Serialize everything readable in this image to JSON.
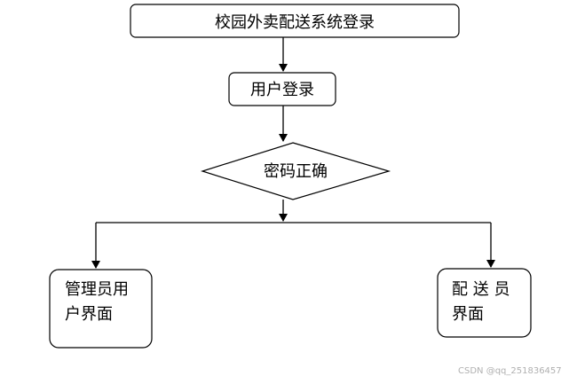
{
  "nodes": {
    "title": "校园外卖配送系统登录",
    "login": "用户登录",
    "password_check": "密码正确",
    "admin_line1": "管理员用",
    "admin_line2": "户界面",
    "delivery_line1": "配 送 员",
    "delivery_line2": "界面"
  },
  "watermark": "CSDN @qq_251836457"
}
